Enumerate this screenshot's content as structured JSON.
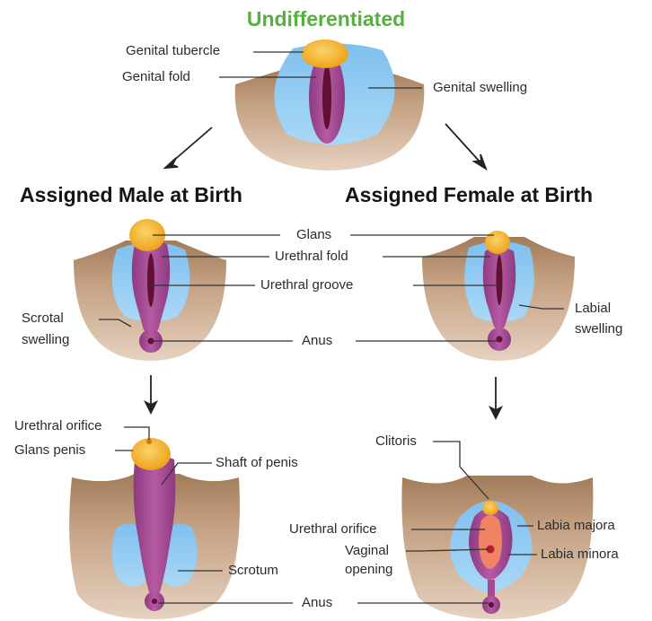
{
  "title": "Undifferentiated",
  "headings": {
    "male": "Assigned Male at Birth",
    "female": "Assigned Female at Birth"
  },
  "labels": {
    "genital_tubercle": "Genital tubercle",
    "genital_fold": "Genital fold",
    "genital_swelling": "Genital swelling",
    "glans": "Glans",
    "urethral_fold": "Urethral fold",
    "urethral_groove": "Urethral groove",
    "scrotal_swelling_1": "Scrotal",
    "scrotal_swelling_2": "swelling",
    "anus_mid": "Anus",
    "labial_swelling_1": "Labial",
    "labial_swelling_2": "swelling",
    "urethral_orifice_male": "Urethral orifice",
    "glans_penis": "Glans penis",
    "shaft_of_penis": "Shaft of penis",
    "scrotum": "Scrotum",
    "anus_bottom": "Anus",
    "clitoris": "Clitoris",
    "urethral_orifice_female": "Urethral orifice",
    "vaginal_opening_1": "Vaginal",
    "vaginal_opening_2": "opening",
    "labia_majora": "Labia majora",
    "labia_minora": "Labia minora"
  },
  "colors": {
    "title": "#55b03f",
    "skin": "#b89474",
    "swelling": "#8fc8f0",
    "fold": "#a64a92",
    "groove": "#5e1230",
    "glans": "#f2b12c",
    "vestibule": "#f08363"
  }
}
